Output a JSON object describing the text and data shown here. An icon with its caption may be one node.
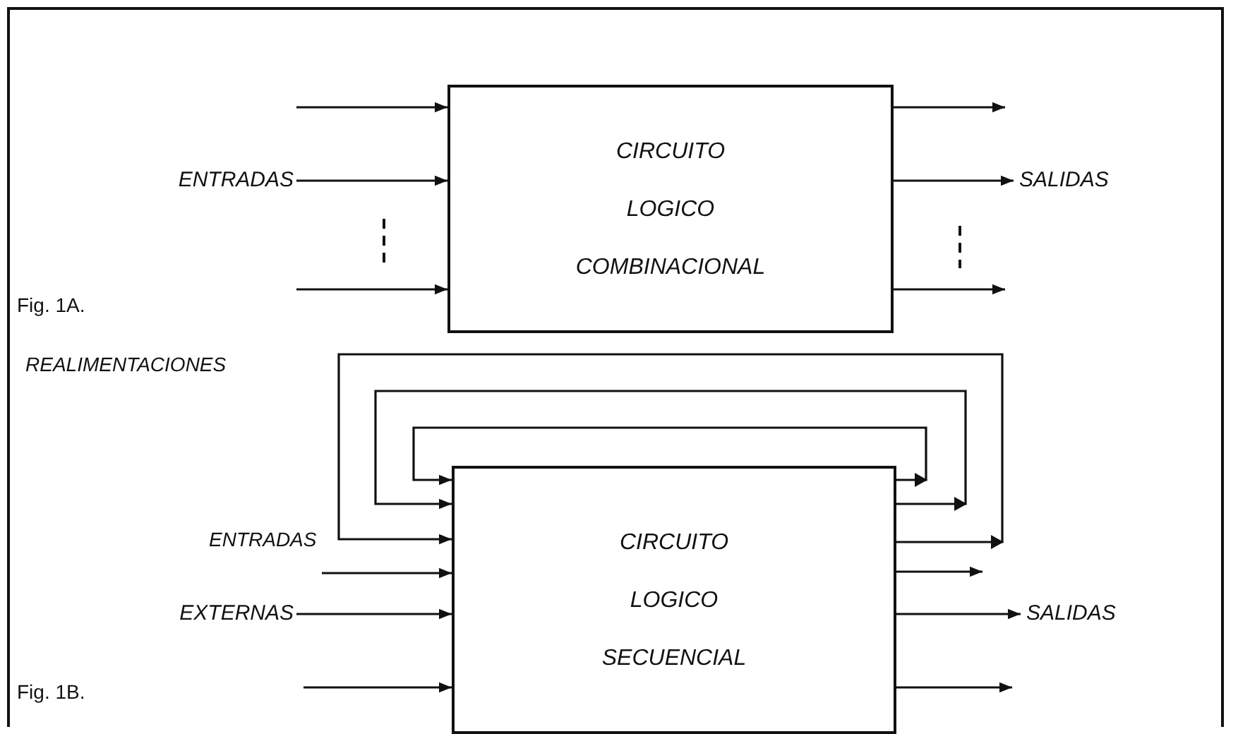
{
  "diagram": {
    "nodes": [
      {
        "text": [
          "CIRCUITO LOGICO COMBINACIONAL"
        ]
      },
      {
        "text": [
          "ENTRADAS"
        ]
      },
      {
        "text": [
          "SALIDAS"
        ]
      },
      {
        "text": [
          "CIRCUITO LOGICO SECUENCIAL"
        ]
      },
      {
        "text": [
          "EXTERNAS"
        ]
      },
      {
        "text": [
          "SALIDAS"
        ]
      }
    ],
    "edges": [
      {
        "from": null,
        "to": 0,
        "arrow": "to"
      },
      {
        "from": 1,
        "to": 0,
        "arrow": "to"
      },
      {
        "from": null,
        "to": 0,
        "arrow": "to"
      },
      {
        "from": 0,
        "to": null,
        "arrow": "to"
      },
      {
        "from": 0,
        "to": 2,
        "arrow": "to"
      },
      {
        "from": 0,
        "to": null,
        "arrow": "to"
      },
      {
        "from": 3,
        "to": 3,
        "arrow": "to"
      },
      {
        "from": 3,
        "to": 3,
        "arrow": "to"
      },
      {
        "from": 3,
        "to": 3,
        "arrow": "to"
      },
      {
        "from": null,
        "to": 3,
        "arrow": "to"
      },
      {
        "from": 4,
        "to": 3,
        "arrow": "to"
      },
      {
        "from": null,
        "to": 3,
        "arrow": "to"
      },
      {
        "from": 3,
        "to": null,
        "arrow": "to"
      },
      {
        "from": 3,
        "to": 5,
        "arrow": "to"
      },
      {
        "from": 3,
        "to": null,
        "arrow": "to"
      }
    ],
    "labels": [
      "Fig. 1A.",
      "REALIMENTACIONES",
      "ENTRADAS",
      "Fig. 1B."
    ]
  }
}
